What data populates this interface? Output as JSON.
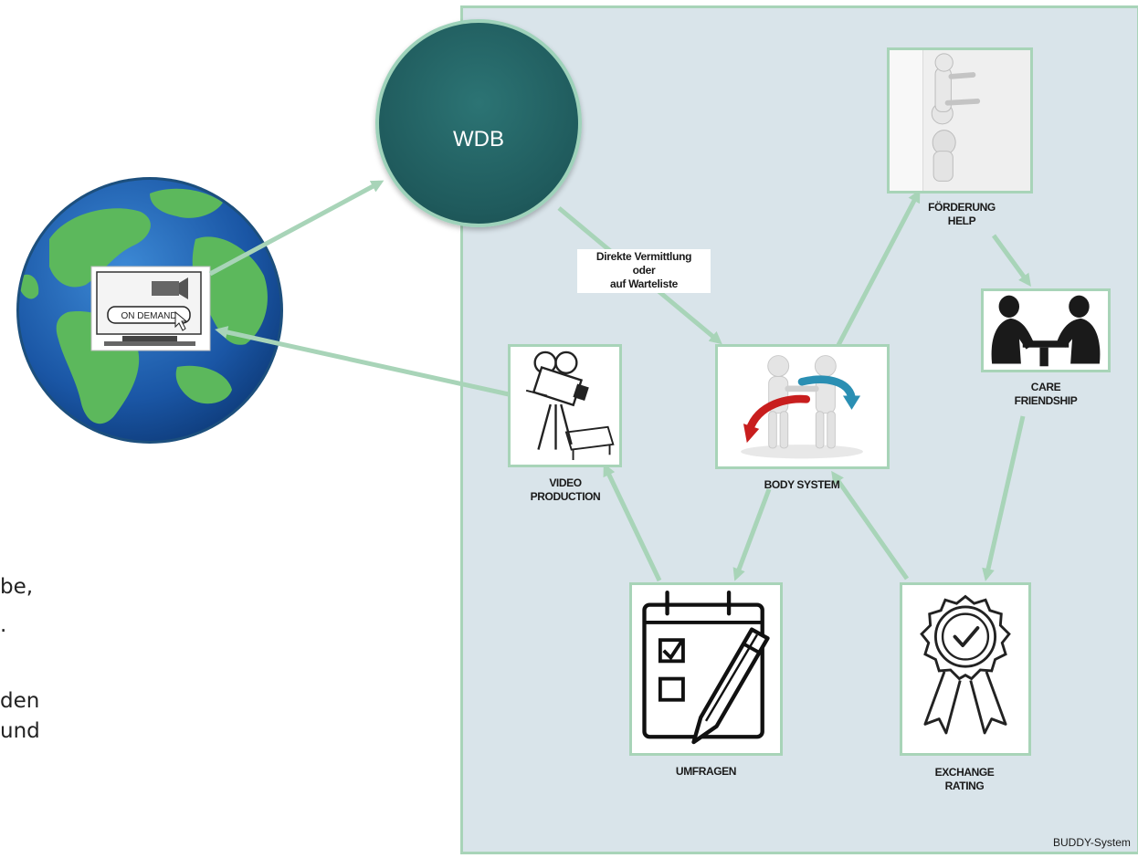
{
  "wdb": {
    "label": "WDB"
  },
  "vermittlung": {
    "lines": [
      "Direkte Vermittlung",
      "oder",
      "auf Warteliste"
    ]
  },
  "monitor": {
    "button_text": "ON DEMAND"
  },
  "nodes": {
    "foerderung": {
      "lines": [
        "FÖRDERUNG",
        "HELP"
      ]
    },
    "care": {
      "lines": [
        "CARE",
        "FRIENDSHIP"
      ]
    },
    "body": {
      "lines": [
        "BODY SYSTEM"
      ]
    },
    "video": {
      "lines": [
        "VIDEO",
        "PRODUCTION"
      ]
    },
    "umfragen": {
      "lines": [
        "UMFRAGEN"
      ]
    },
    "exchange": {
      "lines": [
        "EXCHANGE",
        "RATING"
      ]
    }
  },
  "left_text_fragments": [
    "be,",
    ".",
    "den",
    "und"
  ],
  "footer": "BUDDY-System",
  "colors": {
    "panel": "#d9e4ea",
    "border": "#a8d4b8",
    "arrow": "#a8d4b8",
    "wdb": "#1f5a5c",
    "ocean": "#1a56a5",
    "land": "#5cb85c"
  }
}
